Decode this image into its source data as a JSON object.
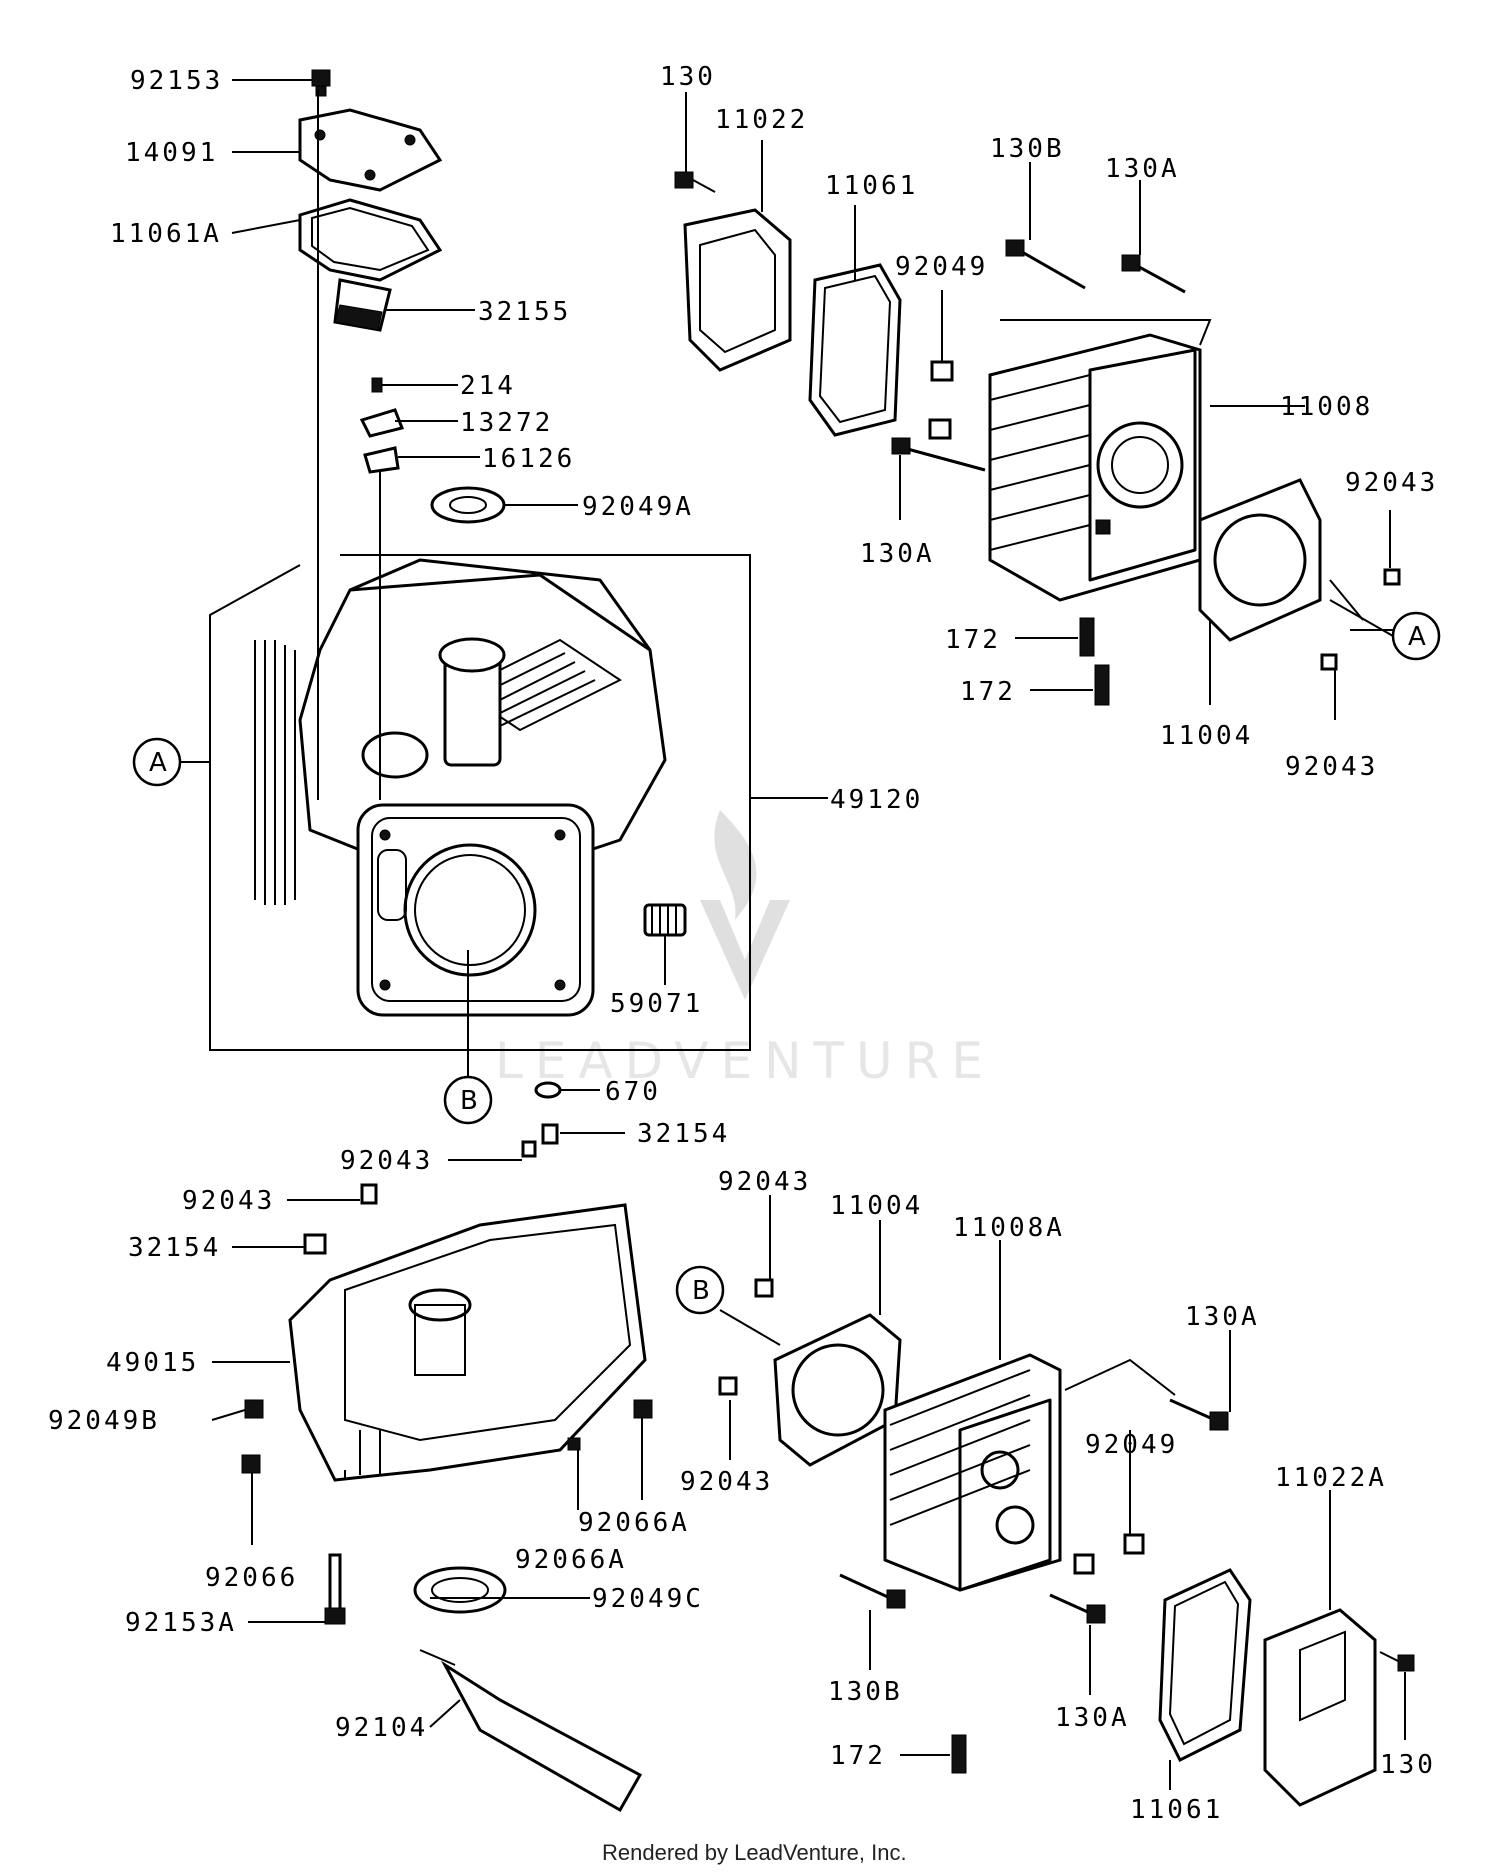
{
  "watermark": "LEADVENTURE",
  "footer": "Rendered by LeadVenture, Inc.",
  "callouts": [
    {
      "id": "a-left",
      "text": "A"
    },
    {
      "id": "a-right",
      "text": "A"
    },
    {
      "id": "b-bottom",
      "text": "B"
    },
    {
      "id": "b-lower",
      "text": "B"
    }
  ],
  "labels": [
    {
      "id": "p92153",
      "text": "92153"
    },
    {
      "id": "p14091",
      "text": "14091"
    },
    {
      "id": "p11061A",
      "text": "11061A"
    },
    {
      "id": "p32155",
      "text": "32155"
    },
    {
      "id": "p214",
      "text": "214"
    },
    {
      "id": "p13272",
      "text": "13272"
    },
    {
      "id": "p16126",
      "text": "16126"
    },
    {
      "id": "p92049A",
      "text": "92049A"
    },
    {
      "id": "p49120",
      "text": "49120"
    },
    {
      "id": "p59071",
      "text": "59071"
    },
    {
      "id": "p670",
      "text": "670"
    },
    {
      "id": "p130-top",
      "text": "130"
    },
    {
      "id": "p11022",
      "text": "11022"
    },
    {
      "id": "p11061-top",
      "text": "11061"
    },
    {
      "id": "p130B-top",
      "text": "130B"
    },
    {
      "id": "p130A-top",
      "text": "130A"
    },
    {
      "id": "p92049-top",
      "text": "92049"
    },
    {
      "id": "p11008",
      "text": "11008"
    },
    {
      "id": "p92043-r1",
      "text": "92043"
    },
    {
      "id": "p130A-mid",
      "text": "130A"
    },
    {
      "id": "p172-a",
      "text": "172"
    },
    {
      "id": "p172-b",
      "text": "172"
    },
    {
      "id": "p11004-top",
      "text": "11004"
    },
    {
      "id": "p92043-r2",
      "text": "92043"
    },
    {
      "id": "p32154-top",
      "text": "32154"
    },
    {
      "id": "p92043-l1",
      "text": "92043"
    },
    {
      "id": "p92043-l2",
      "text": "92043"
    },
    {
      "id": "p32154-left",
      "text": "32154"
    },
    {
      "id": "p49015",
      "text": "49015"
    },
    {
      "id": "p92049B",
      "text": "92049B"
    },
    {
      "id": "p92066",
      "text": "92066"
    },
    {
      "id": "p92153A",
      "text": "92153A"
    },
    {
      "id": "p92066A-a",
      "text": "92066A"
    },
    {
      "id": "p92066A-b",
      "text": "92066A"
    },
    {
      "id": "p92049C",
      "text": "92049C"
    },
    {
      "id": "p92104",
      "text": "92104"
    },
    {
      "id": "p92043-b1",
      "text": "92043"
    },
    {
      "id": "p11004-bot",
      "text": "11004"
    },
    {
      "id": "p11008A",
      "text": "11008A"
    },
    {
      "id": "p130A-b1",
      "text": "130A"
    },
    {
      "id": "p92049-bot",
      "text": "92049"
    },
    {
      "id": "p92043-b2",
      "text": "92043"
    },
    {
      "id": "p11022A",
      "text": "11022A"
    },
    {
      "id": "p130B-bot",
      "text": "130B"
    },
    {
      "id": "p130A-b2",
      "text": "130A"
    },
    {
      "id": "p172-c",
      "text": "172"
    },
    {
      "id": "p11061-bot",
      "text": "11061"
    },
    {
      "id": "p130-bot",
      "text": "130"
    }
  ]
}
